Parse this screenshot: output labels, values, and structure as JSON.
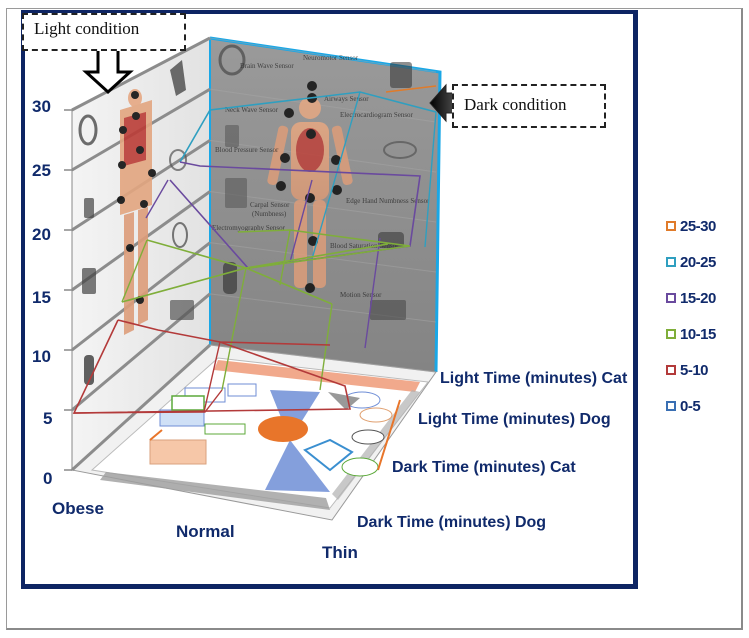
{
  "chart_data": {
    "type": "surface",
    "title": "",
    "z_axis": {
      "ticks": [
        "0",
        "5",
        "10",
        "15",
        "20",
        "25",
        "30"
      ],
      "range": [
        0,
        30
      ]
    },
    "x_axis": {
      "categories": [
        "Obese",
        "Normal",
        "Thin"
      ]
    },
    "y_axis": {
      "series_names": [
        "Light Time (minutes) Cat",
        "Light Time (minutes) Dog",
        "Dark Time (minutes) Cat",
        "Dark Time (minutes) Dog"
      ]
    },
    "legend": {
      "position": "right",
      "entries": [
        {
          "label": "25-30",
          "color": "#e07b2a"
        },
        {
          "label": "20-25",
          "color": "#2f9fc0"
        },
        {
          "label": "15-20",
          "color": "#6a4a9e"
        },
        {
          "label": "10-15",
          "color": "#7fae3a"
        },
        {
          "label": "5-10",
          "color": "#b33a3a"
        },
        {
          "label": "0-5",
          "color": "#3a6fb3"
        }
      ]
    },
    "wall_colors": {
      "left_wall": "#eeeeee",
      "back_wall": "#8e8e8e",
      "floor": "#f4f4f4",
      "back_wall_edge": "#1aa7e6"
    }
  },
  "annotations": {
    "light_callout": "Light condition",
    "dark_callout": "Dark condition"
  },
  "frame_color": "#0d2463"
}
